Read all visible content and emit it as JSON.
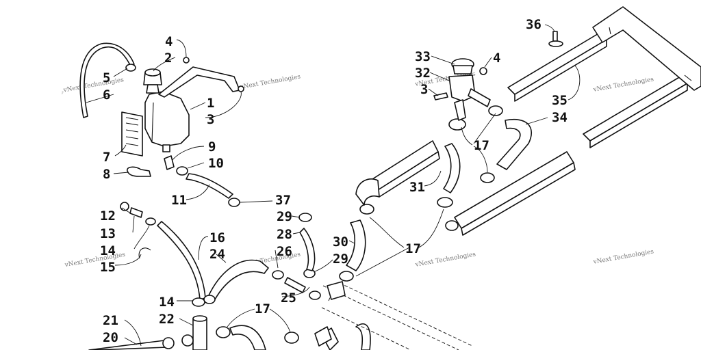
{
  "watermark": "vNext Technologies",
  "callouts": {
    "c1": "1",
    "c2": "2",
    "c3a": "3",
    "c3b": "3",
    "c4a": "4",
    "c4b": "4",
    "c5": "5",
    "c6": "6",
    "c7": "7",
    "c8": "8",
    "c9": "9",
    "c10": "10",
    "c11": "11",
    "c12": "12",
    "c13": "13",
    "c14a": "14",
    "c14b": "14",
    "c15": "15",
    "c16": "16",
    "c17a": "17",
    "c17b": "17",
    "c17c": "17",
    "c20": "20",
    "c21": "21",
    "c22": "22",
    "c24": "24",
    "c25": "25",
    "c26": "26",
    "c28": "28",
    "c29a": "29",
    "c29b": "29",
    "c30": "30",
    "c31": "31",
    "c32": "32",
    "c33": "33",
    "c34": "34",
    "c35": "35",
    "c36": "36",
    "c37": "37"
  },
  "colors": {
    "line": "#111111",
    "watermark": "#777777"
  }
}
